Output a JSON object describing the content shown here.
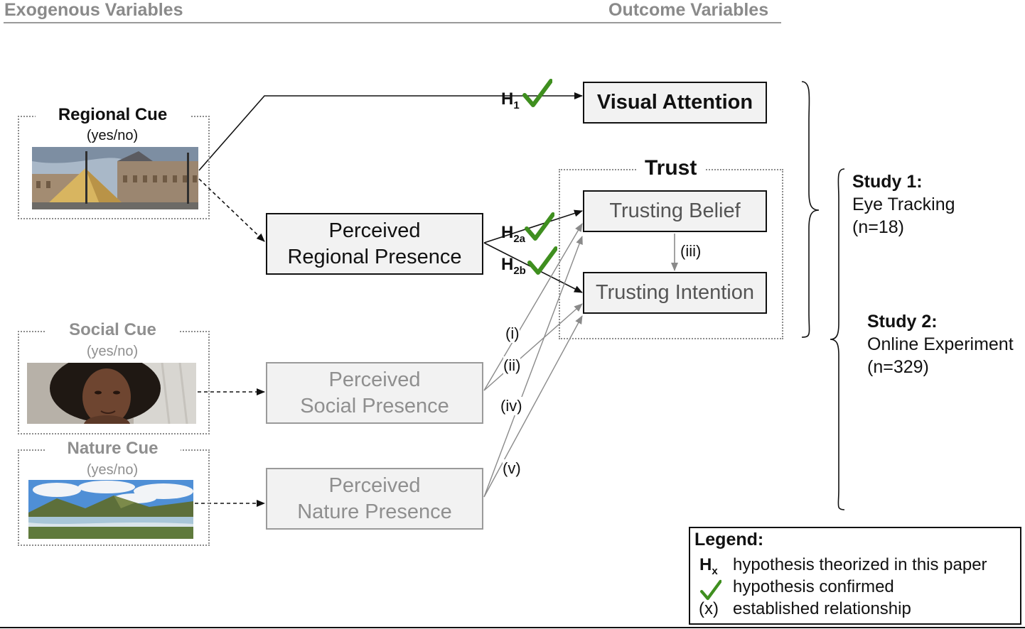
{
  "headers": {
    "left": "Exogenous Variables",
    "right": "Outcome Variables"
  },
  "cues": {
    "regional": {
      "title": "Regional Cue",
      "sub": "(yes/no)"
    },
    "social": {
      "title": "Social Cue",
      "sub": "(yes/no)"
    },
    "nature": {
      "title": "Nature Cue",
      "sub": "(yes/no)"
    }
  },
  "perceived": {
    "regional": {
      "line1": "Perceived",
      "line2": "Regional Presence"
    },
    "social": {
      "line1": "Perceived",
      "line2": "Social Presence"
    },
    "nature": {
      "line1": "Perceived",
      "line2": "Nature Presence"
    }
  },
  "outcomes": {
    "visual_attention": "Visual Attention",
    "trust": "Trust",
    "trusting_belief": "Trusting Belief",
    "trusting_intention": "Trusting Intention"
  },
  "hypotheses": {
    "h1": {
      "base": "H",
      "sub": "1"
    },
    "h2a": {
      "base": "H",
      "sub": "2a"
    },
    "h2b": {
      "base": "H",
      "sub": "2b"
    }
  },
  "relationships": {
    "i": "(i)",
    "ii": "(ii)",
    "iii": "(iii)",
    "iv": "(iv)",
    "v": "(v)"
  },
  "studies": {
    "s1": {
      "title": "Study 1:",
      "line1": "Eye Tracking",
      "line2": "(n=18)"
    },
    "s2": {
      "title": "Study 2:",
      "line1": "Online Experiment",
      "line2": "(n=329)"
    }
  },
  "legend": {
    "title": "Legend:",
    "h_base": "H",
    "h_sub": "x",
    "hyp_text": "hypothesis theorized in this paper",
    "check_text": "hypothesis confirmed",
    "x_symbol": "(x)",
    "x_text": "established relationship"
  },
  "colors": {
    "check": "#3f8f1f",
    "dim_text": "#8f8f8f",
    "frame": "#8c8c8c"
  },
  "icons": [
    "checkmark-icon",
    "photo-louvre",
    "photo-woman",
    "photo-landscape"
  ]
}
